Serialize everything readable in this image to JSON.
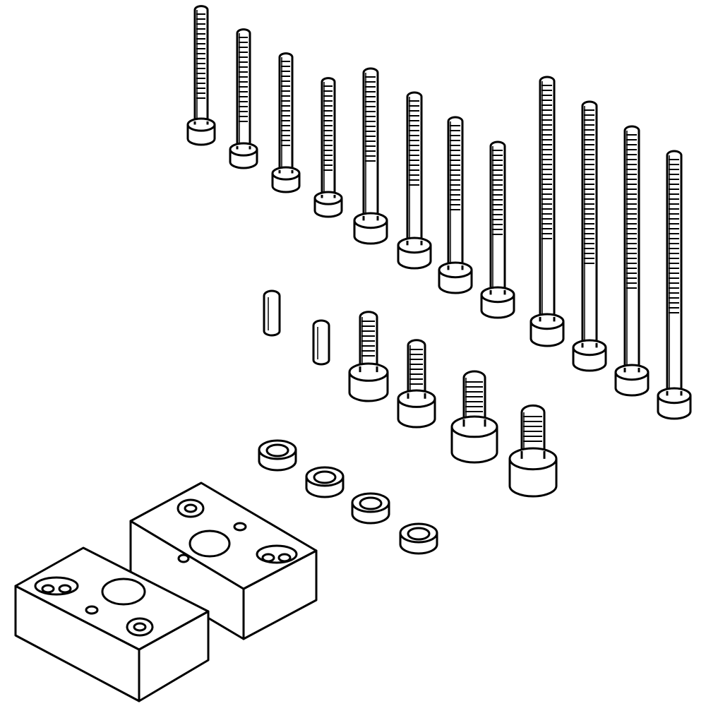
{
  "illustration": {
    "line_color": "#000000",
    "fill_color": "#ffffff",
    "long_screw_count": 12,
    "short_screw_count": 4,
    "pin_count": 2,
    "nut_count": 4,
    "block_count": 2
  }
}
